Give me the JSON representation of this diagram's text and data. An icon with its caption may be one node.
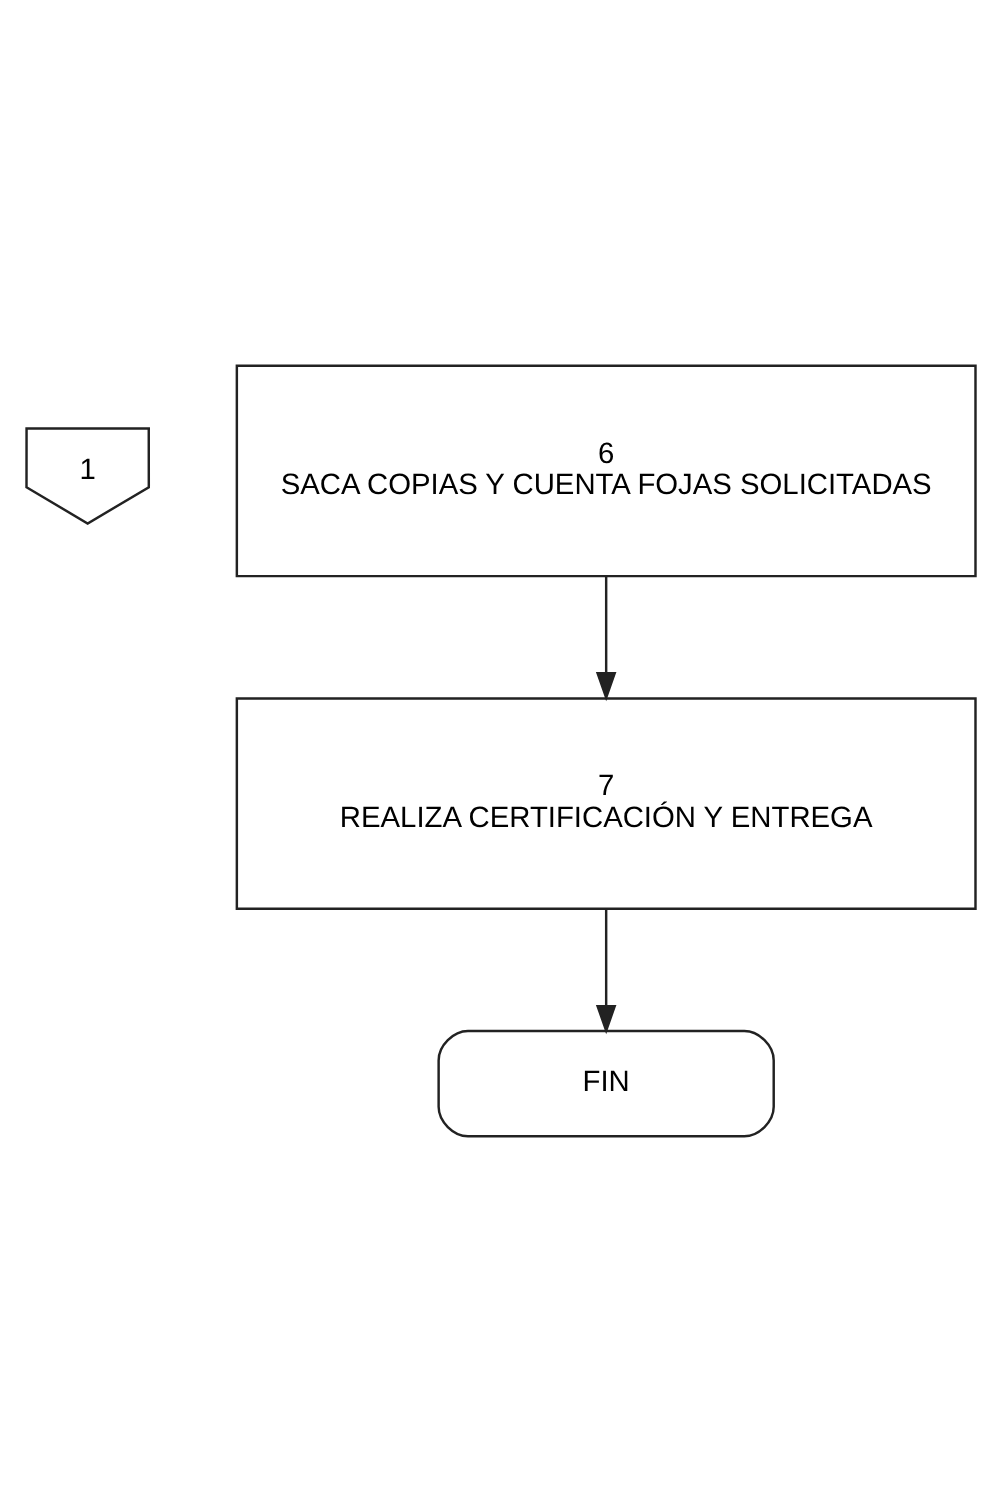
{
  "diagram": {
    "nodes": [
      {
        "text": [
          "1"
        ]
      },
      {
        "text": [
          "6",
          "SACA COPIAS Y CUENTA FOJAS SOLICITADAS"
        ]
      },
      {
        "text": [
          "7",
          "REALIZA CERTIFICACIÓN Y ENTREGA"
        ]
      },
      {
        "text": [
          "FIN"
        ]
      }
    ],
    "edges": [
      {
        "from": 1,
        "to": 2,
        "arrow": "to"
      },
      {
        "from": 2,
        "to": 3,
        "arrow": "to"
      }
    ]
  }
}
